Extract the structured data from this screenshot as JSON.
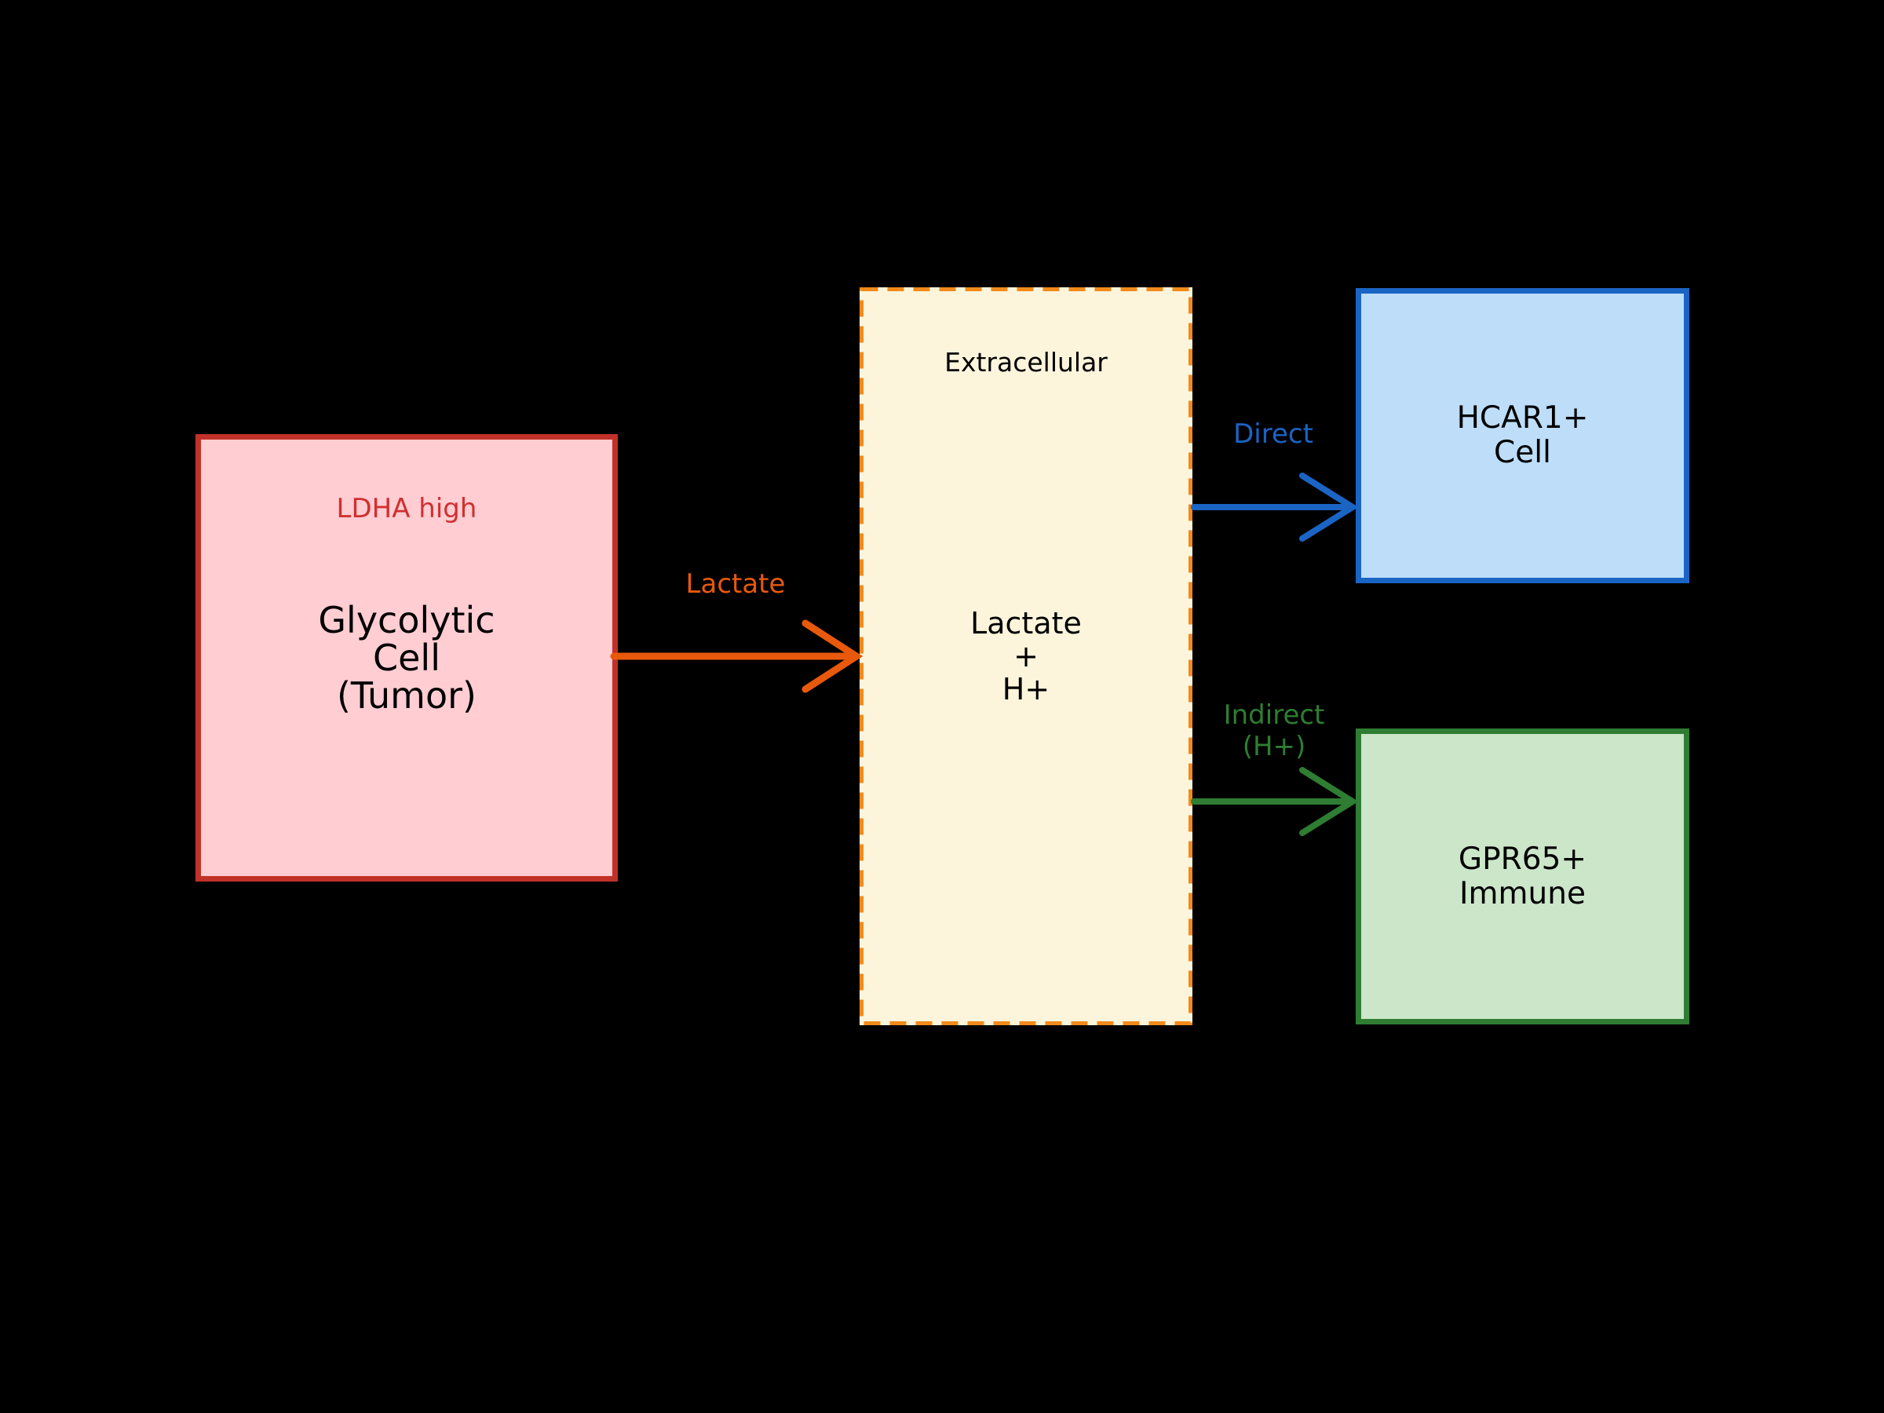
{
  "diagram": {
    "background_color": "#000000",
    "nodes": {
      "tumor": {
        "annotation": "LDHA high",
        "label": "Glycolytic\nCell\n(Tumor)",
        "fill_color": "#FFCDD2",
        "border_color": "#C23128",
        "annotation_color": "#D03030"
      },
      "extracellular": {
        "title": "Extracellular",
        "label": "Lactate\n+\nH+",
        "fill_color": "#FCF5DC",
        "border_color": "#F28A1C",
        "border_style": "dashed"
      },
      "hcar1": {
        "label": "HCAR1+\nCell",
        "fill_color": "#BDDDF8",
        "border_color": "#1A64C4"
      },
      "gpr65": {
        "label": "GPR65+\nImmune",
        "fill_color": "#CBE6C8",
        "border_color": "#2E7D32"
      }
    },
    "arrows": {
      "lactate": {
        "label": "Lactate",
        "color": "#E8590C",
        "from": "tumor",
        "to": "extracellular"
      },
      "direct": {
        "label": "Direct",
        "color": "#1A64C4",
        "from": "extracellular",
        "to": "hcar1"
      },
      "indirect": {
        "label": "Indirect\n(H+)",
        "color": "#2E7D32",
        "from": "extracellular",
        "to": "gpr65"
      }
    }
  }
}
